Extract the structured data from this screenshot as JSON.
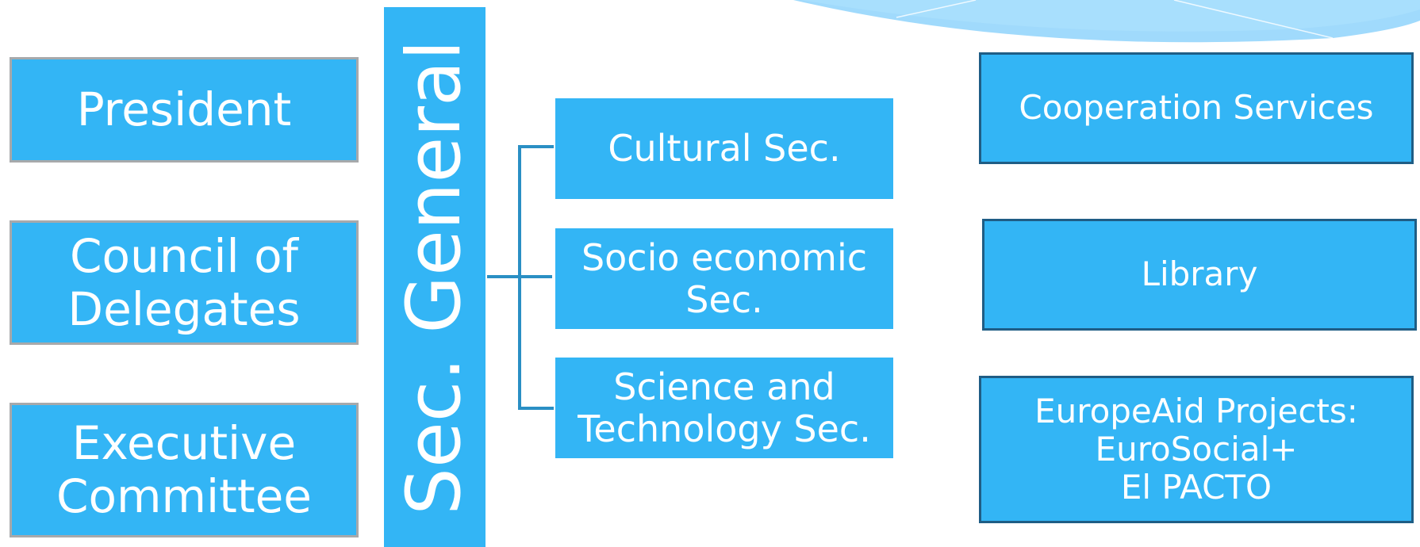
{
  "left_column": {
    "president": "President",
    "council_line1": "Council of",
    "council_line2": "Delegates",
    "executive_line1": "Executive",
    "executive_line2": "Committee"
  },
  "center": {
    "secretary_general": "Sec.  General"
  },
  "sections": {
    "cultural": "Cultural Sec.",
    "socio_line1": "Socio economic",
    "socio_line2": "Sec.",
    "science_line1": "Science and",
    "science_line2": "Technology Sec."
  },
  "right_column": {
    "cooperation": "Cooperation Services",
    "library": "Library",
    "europeaid_line1": "EuropeAid Projects:",
    "europeaid_line2": "EuroSocial+",
    "europeaid_line3": "El PACTO"
  },
  "colors": {
    "box_fill": "#33b5f5",
    "gray_border": "#a7a9ab",
    "dark_border": "#1f5d85",
    "connector": "#2a8fc4",
    "swoosh": "#8fd3fb"
  }
}
